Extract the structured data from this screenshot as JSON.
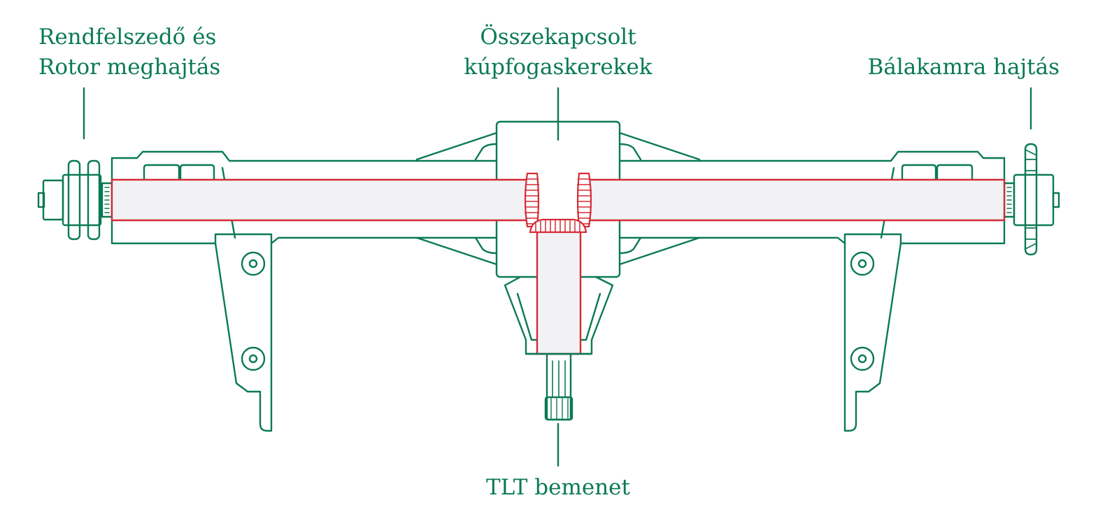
{
  "labels": {
    "left_line1": "Rendfelszedő és",
    "left_line2": "Rotor meghajtás",
    "center_line1": "Összekapcsolt",
    "center_line2": "kúpfogaskerekek",
    "right": "Bálakamra hajtás",
    "bottom": "TLT bemenet"
  },
  "colors": {
    "outline": "#0a7a52",
    "highlight": "#d42b35",
    "shaft_fill": "#f2f2f4",
    "background": "#ffffff"
  }
}
